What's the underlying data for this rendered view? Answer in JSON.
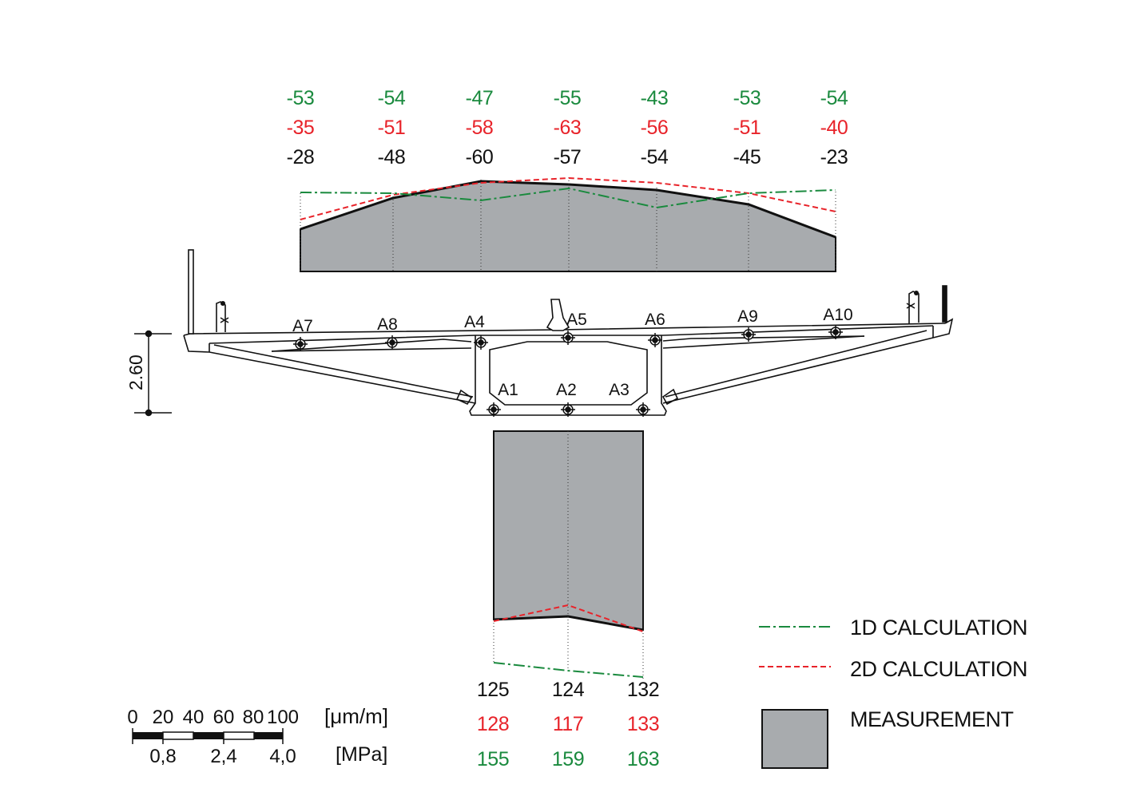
{
  "top_values": {
    "green": [
      "-53",
      "-54",
      "-47",
      "-55",
      "-43",
      "-53",
      "-54"
    ],
    "red": [
      "-35",
      "-51",
      "-58",
      "-63",
      "-56",
      "-51",
      "-40"
    ],
    "black": [
      "-28",
      "-48",
      "-60",
      "-57",
      "-54",
      "-45",
      "-23"
    ]
  },
  "bottom_values": {
    "black": [
      "125",
      "124",
      "132"
    ],
    "red": [
      "128",
      "117",
      "133"
    ],
    "green": [
      "155",
      "159",
      "163"
    ]
  },
  "sensors_top": [
    "A7",
    "A8",
    "A4",
    "A5",
    "A6",
    "A9",
    "A10"
  ],
  "sensors_bottom": [
    "A1",
    "A2",
    "A3"
  ],
  "dimension": "2.60",
  "legend": {
    "calc_1d": "1D CALCULATION",
    "calc_2d": "2D CALCULATION",
    "measurement": "MEASUREMENT"
  },
  "scale": {
    "top_ticks": [
      "0",
      "20",
      "40",
      "60",
      "80",
      "100"
    ],
    "bottom_ticks": [
      "0,8",
      "2,4",
      "4,0"
    ],
    "unit_strain": "[μm/m]",
    "unit_stress": "[MPa]"
  },
  "colors": {
    "calc_1d": "#1a8a3e",
    "calc_2d": "#e8232a",
    "measurement_fill": "#a8abae",
    "measurement_edge": "#111111"
  }
}
